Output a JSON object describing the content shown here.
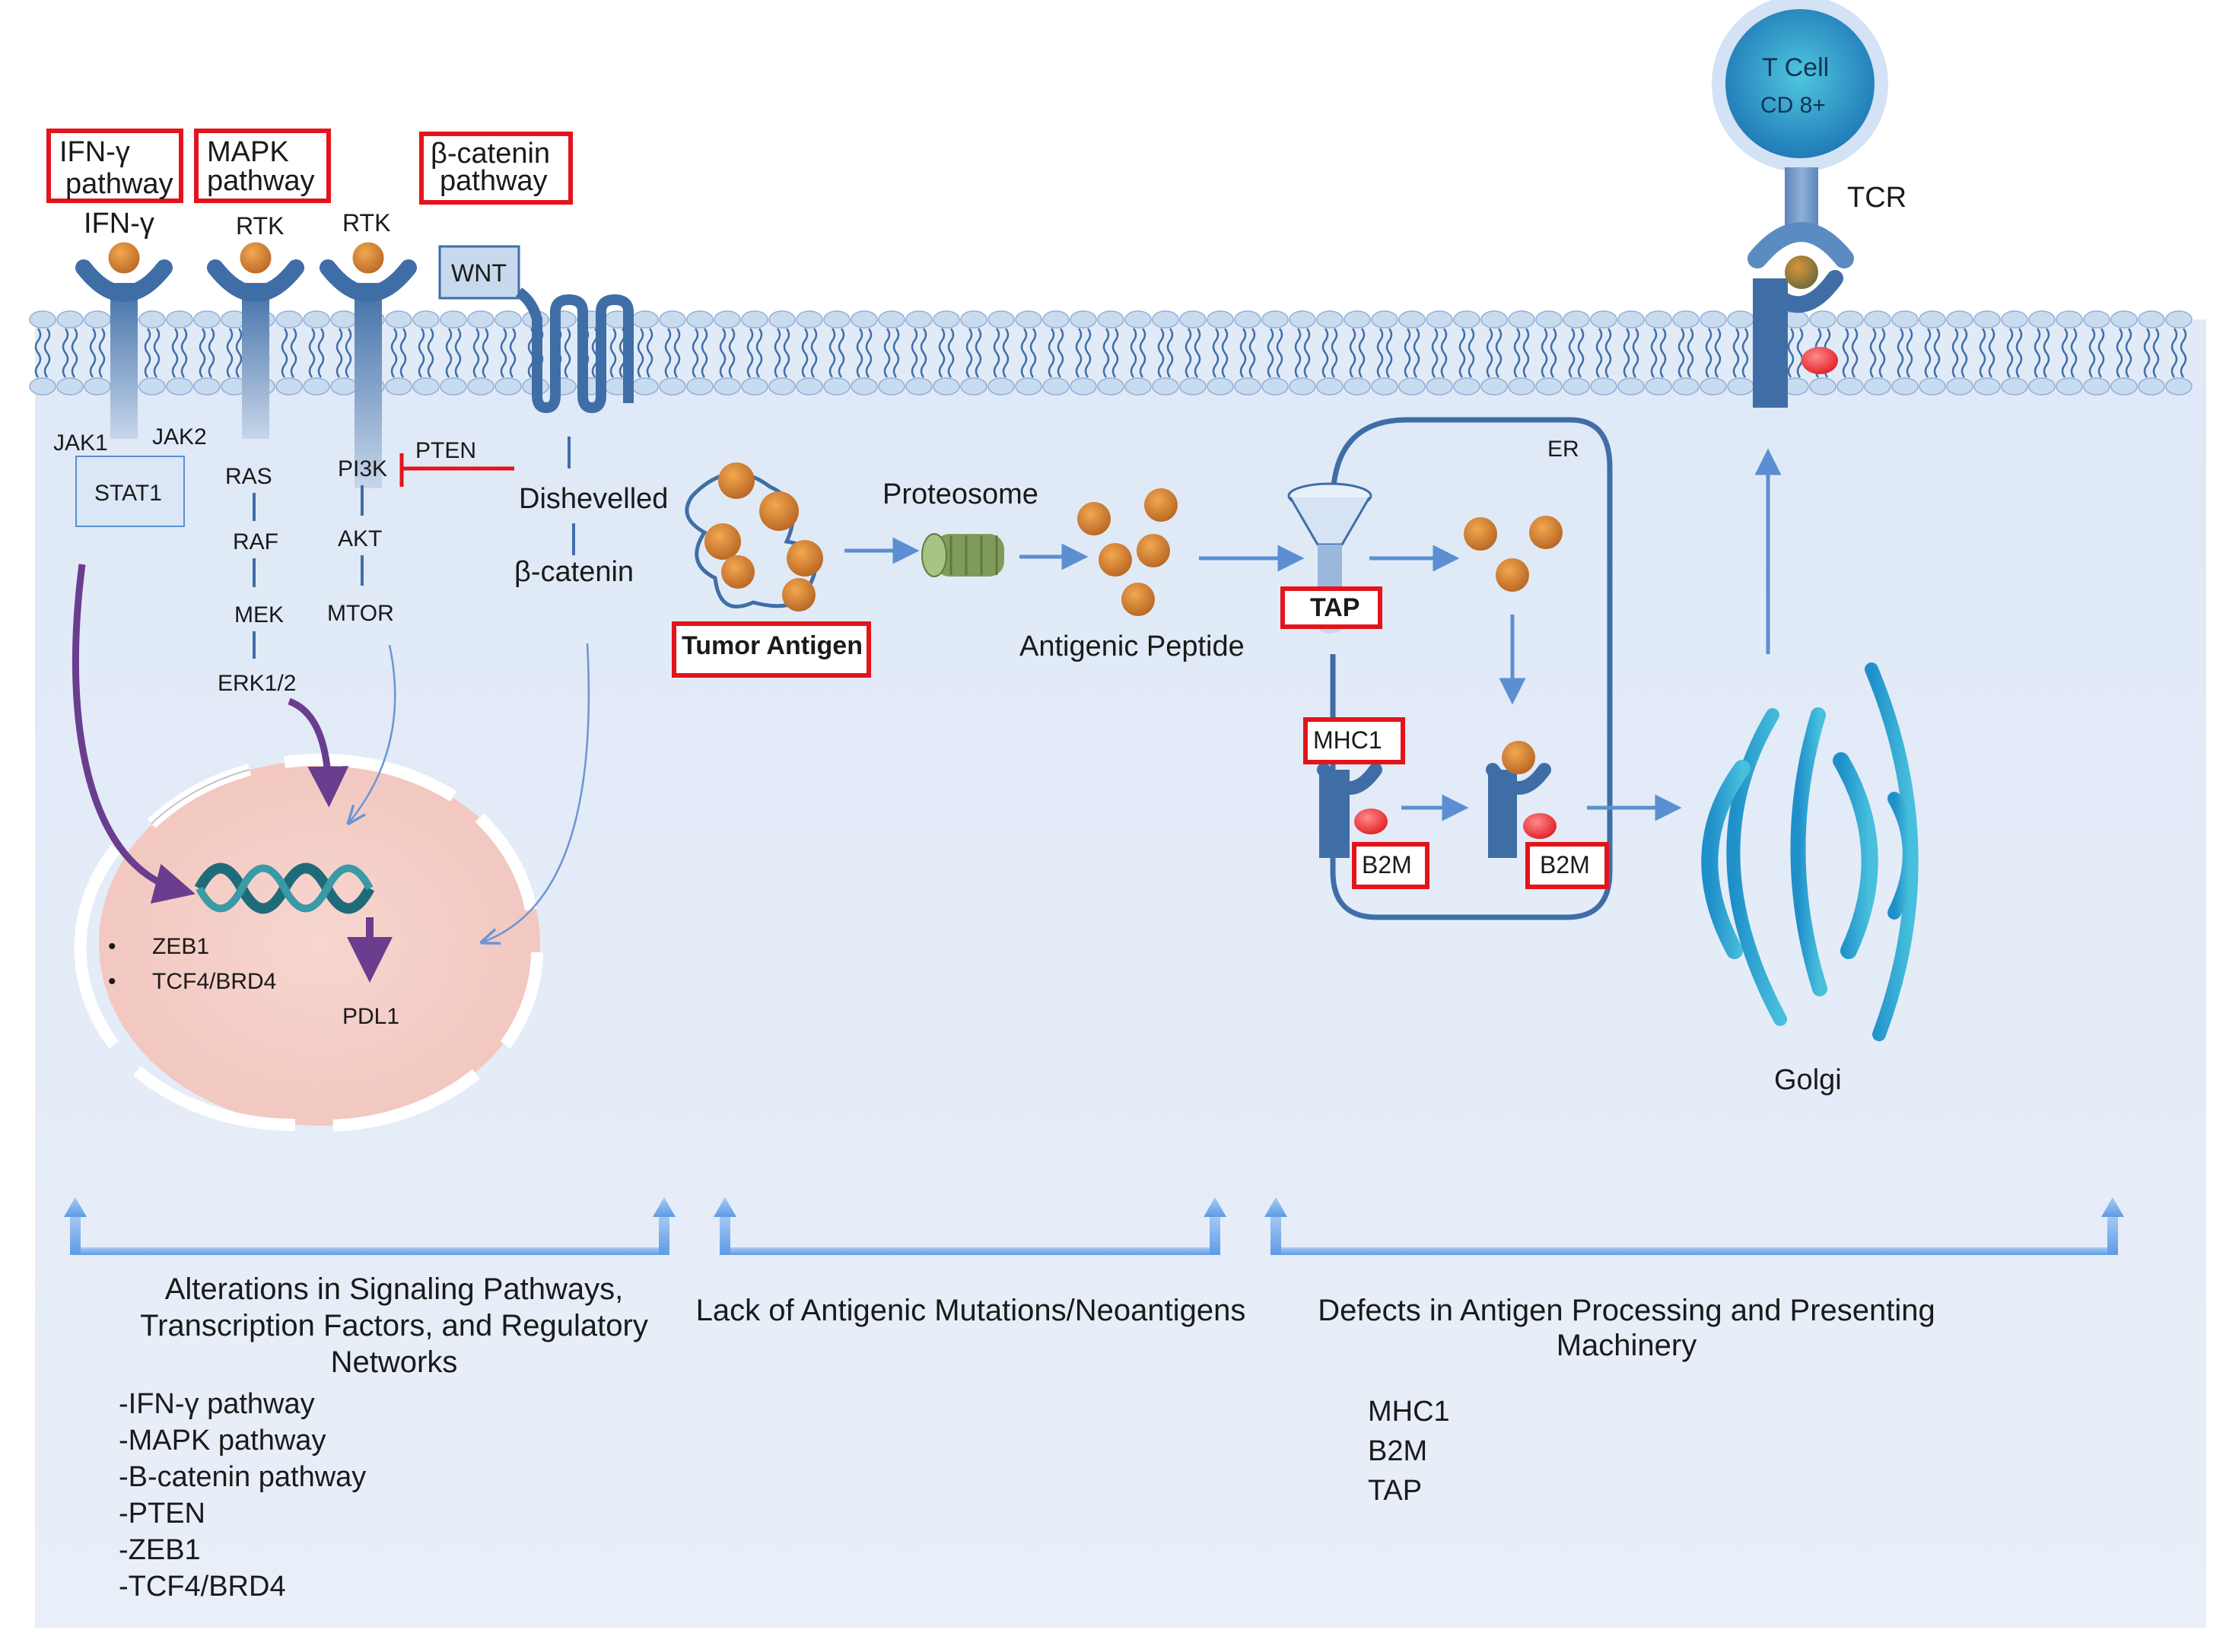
{
  "pathway_boxes": {
    "ifn": [
      "IFN-γ",
      "pathway"
    ],
    "mapk": [
      "MAPK",
      "pathway"
    ],
    "bcat": [
      "β-catenin",
      "pathway"
    ]
  },
  "receptors": {
    "ifn_label": "IFN-γ",
    "rtk1": "RTK",
    "rtk2": "RTK",
    "wnt": "WNT"
  },
  "signaling": {
    "jak1": "JAK1",
    "jak2": "JAK2",
    "stat1": "STAT1",
    "ras": "RAS",
    "raf": "RAF",
    "mek": "MEK",
    "erk": "ERK1/2",
    "pi3k": "PI3K",
    "pten": "PTEN",
    "akt": "AKT",
    "mtor": "MTOR",
    "dishevelled": "Dishevelled",
    "bcatenin": "β-catenin"
  },
  "nucleus": {
    "bullet1": "ZEB1",
    "bullet2": "TCF4/BRD4",
    "pdl1": "PDL1"
  },
  "processing": {
    "tumor_antigen": "Tumor Antigen",
    "proteosome": "Proteosome",
    "antigenic_peptide": "Antigenic Peptide",
    "er": "ER",
    "tap": "TAP",
    "mhc1": "MHC1",
    "b2m_1": "B2M",
    "b2m_2": "B2M",
    "golgi": "Golgi"
  },
  "tcell": {
    "line1": "T Cell",
    "line2": "CD 8+",
    "tcr": "TCR"
  },
  "bottom": {
    "col1_title": [
      "Alterations in Signaling Pathways,",
      "Transcription Factors, and Regulatory",
      "Networks"
    ],
    "col1_list": [
      "-IFN-γ pathway",
      "-MAPK pathway",
      "-B-catenin pathway",
      "-PTEN",
      "-ZEB1",
      "-TCF4/BRD4"
    ],
    "col2_title": "Lack of Antigenic Mutations/Neoantigens",
    "col3_title": [
      "Defects in Antigen Processing and Presenting",
      "Machinery"
    ],
    "col3_list": [
      "MHC1",
      "B2M",
      "TAP"
    ]
  },
  "colors": {
    "red_box": "#e3141b",
    "membrane": "#3c6da0",
    "cell_bg": "#e4edf9",
    "peptide": "#c8742c",
    "arrow_blue": "#5b8fd1",
    "arrow_purple": "#6a3d8e"
  }
}
